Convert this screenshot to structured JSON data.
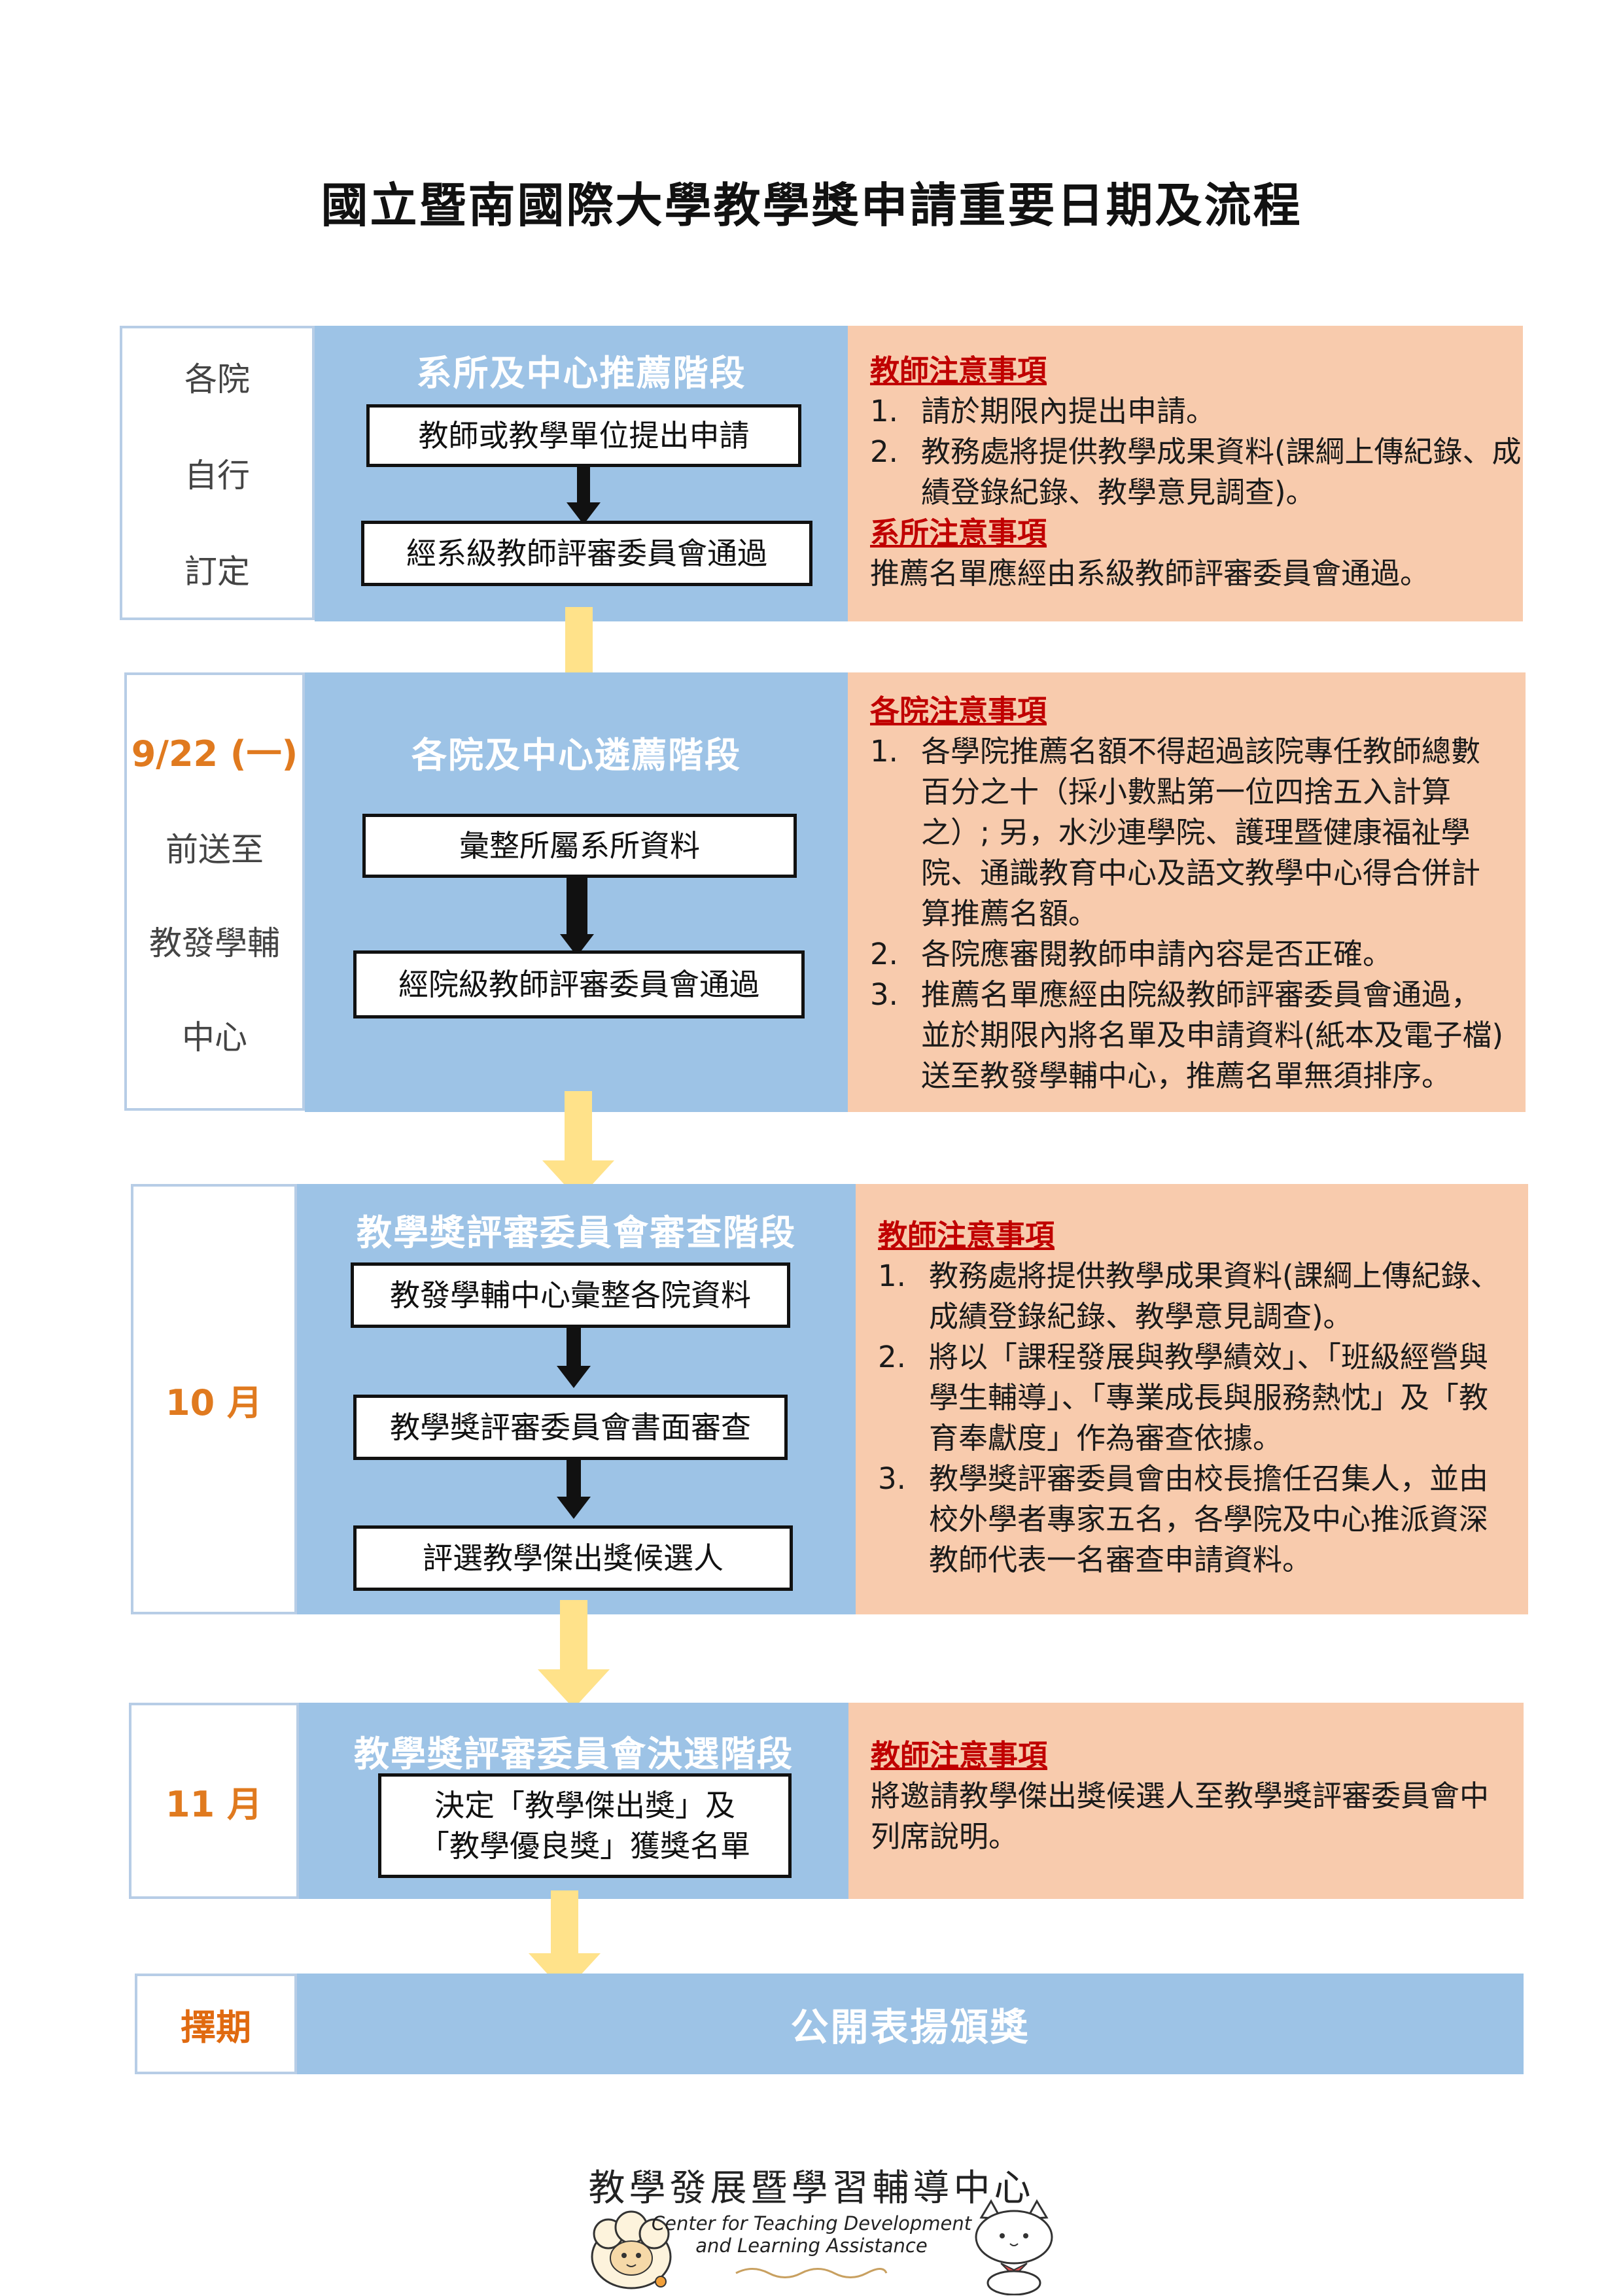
{
  "title": "國立暨南國際大學教學獎申請重要日期及流程",
  "stages": [
    {
      "left": [
        "各院",
        "自行",
        "訂定"
      ],
      "title": "系所及中心推薦階段",
      "steps": [
        "教師或教學單位提出申請",
        "經系級教師評審委員會通過"
      ],
      "notes": [
        {
          "heading": "教師注意事項",
          "items": [
            "請於期限內提出申請。",
            "教務處將提供教學成果資料(課綱上傳紀錄、成績登錄紀錄、教學意見調查)。"
          ]
        },
        {
          "heading": "系所注意事項",
          "text": "推薦名單應經由系級教師評審委員會通過。"
        }
      ]
    },
    {
      "left": [
        "9/22 (一)",
        "前送至",
        "教發學輔",
        "中心"
      ],
      "title": "各院及中心遴薦階段",
      "steps": [
        "彙整所屬系所資料",
        "經院級教師評審委員會通過"
      ],
      "notes": [
        {
          "heading": "各院注意事項",
          "items": [
            "各學院推薦名額不得超過該院專任教師總數百分之十（採小數點第一位四捨五入計算之）; 另，水沙連學院、護理暨健康福祉學院、通識教育中心及語文教學中心得合併計算推薦名額。",
            "各院應審閱教師申請內容是否正確。",
            "推薦名單應經由院級教師評審委員會通過，並於期限內將名單及申請資料(紙本及電子檔)送至教發學輔中心，推薦名單無須排序。"
          ]
        }
      ]
    },
    {
      "left": [
        "10 月"
      ],
      "title": "教學獎評審委員會審查階段",
      "steps": [
        "教發學輔中心彙整各院資料",
        "教學獎評審委員會書面審查",
        "評選教學傑出獎候選人"
      ],
      "notes": [
        {
          "heading": "教師注意事項",
          "items": [
            "教務處將提供教學成果資料(課綱上傳紀錄、成績登錄紀錄、教學意見調查)。",
            "將以「課程發展與教學績效」、「班級經營與學生輔導」、「專業成長與服務熱忱」及「教育奉獻度」作為審查依據。",
            "教學獎評審委員會由校長擔任召集人，並由校外學者專家五名，各學院及中心推派資深教師代表一名審查申請資料。"
          ]
        }
      ]
    },
    {
      "left": [
        "11 月"
      ],
      "title": "教學獎評審委員會決選階段",
      "steps": [
        "決定「教學傑出獎」及",
        "「教學優良獎」獲獎名單"
      ],
      "notes": [
        {
          "heading": "教師注意事項",
          "text": "將邀請教學傑出獎候選人至教學獎評審委員會中列席說明。"
        }
      ]
    }
  ],
  "final": {
    "left": "擇期",
    "label": "公開表揚頒獎"
  },
  "footer": {
    "title": "教學發展暨學習輔導中心",
    "en_line1": "Center for Teaching Development",
    "en_line2": "and Learning Assistance"
  },
  "colors": {
    "blue": "#9dc3e6",
    "peach": "#f8cbad",
    "orange": "#e07a1f",
    "red": "#c00000",
    "arrow_yellow": "#ffe28a"
  }
}
